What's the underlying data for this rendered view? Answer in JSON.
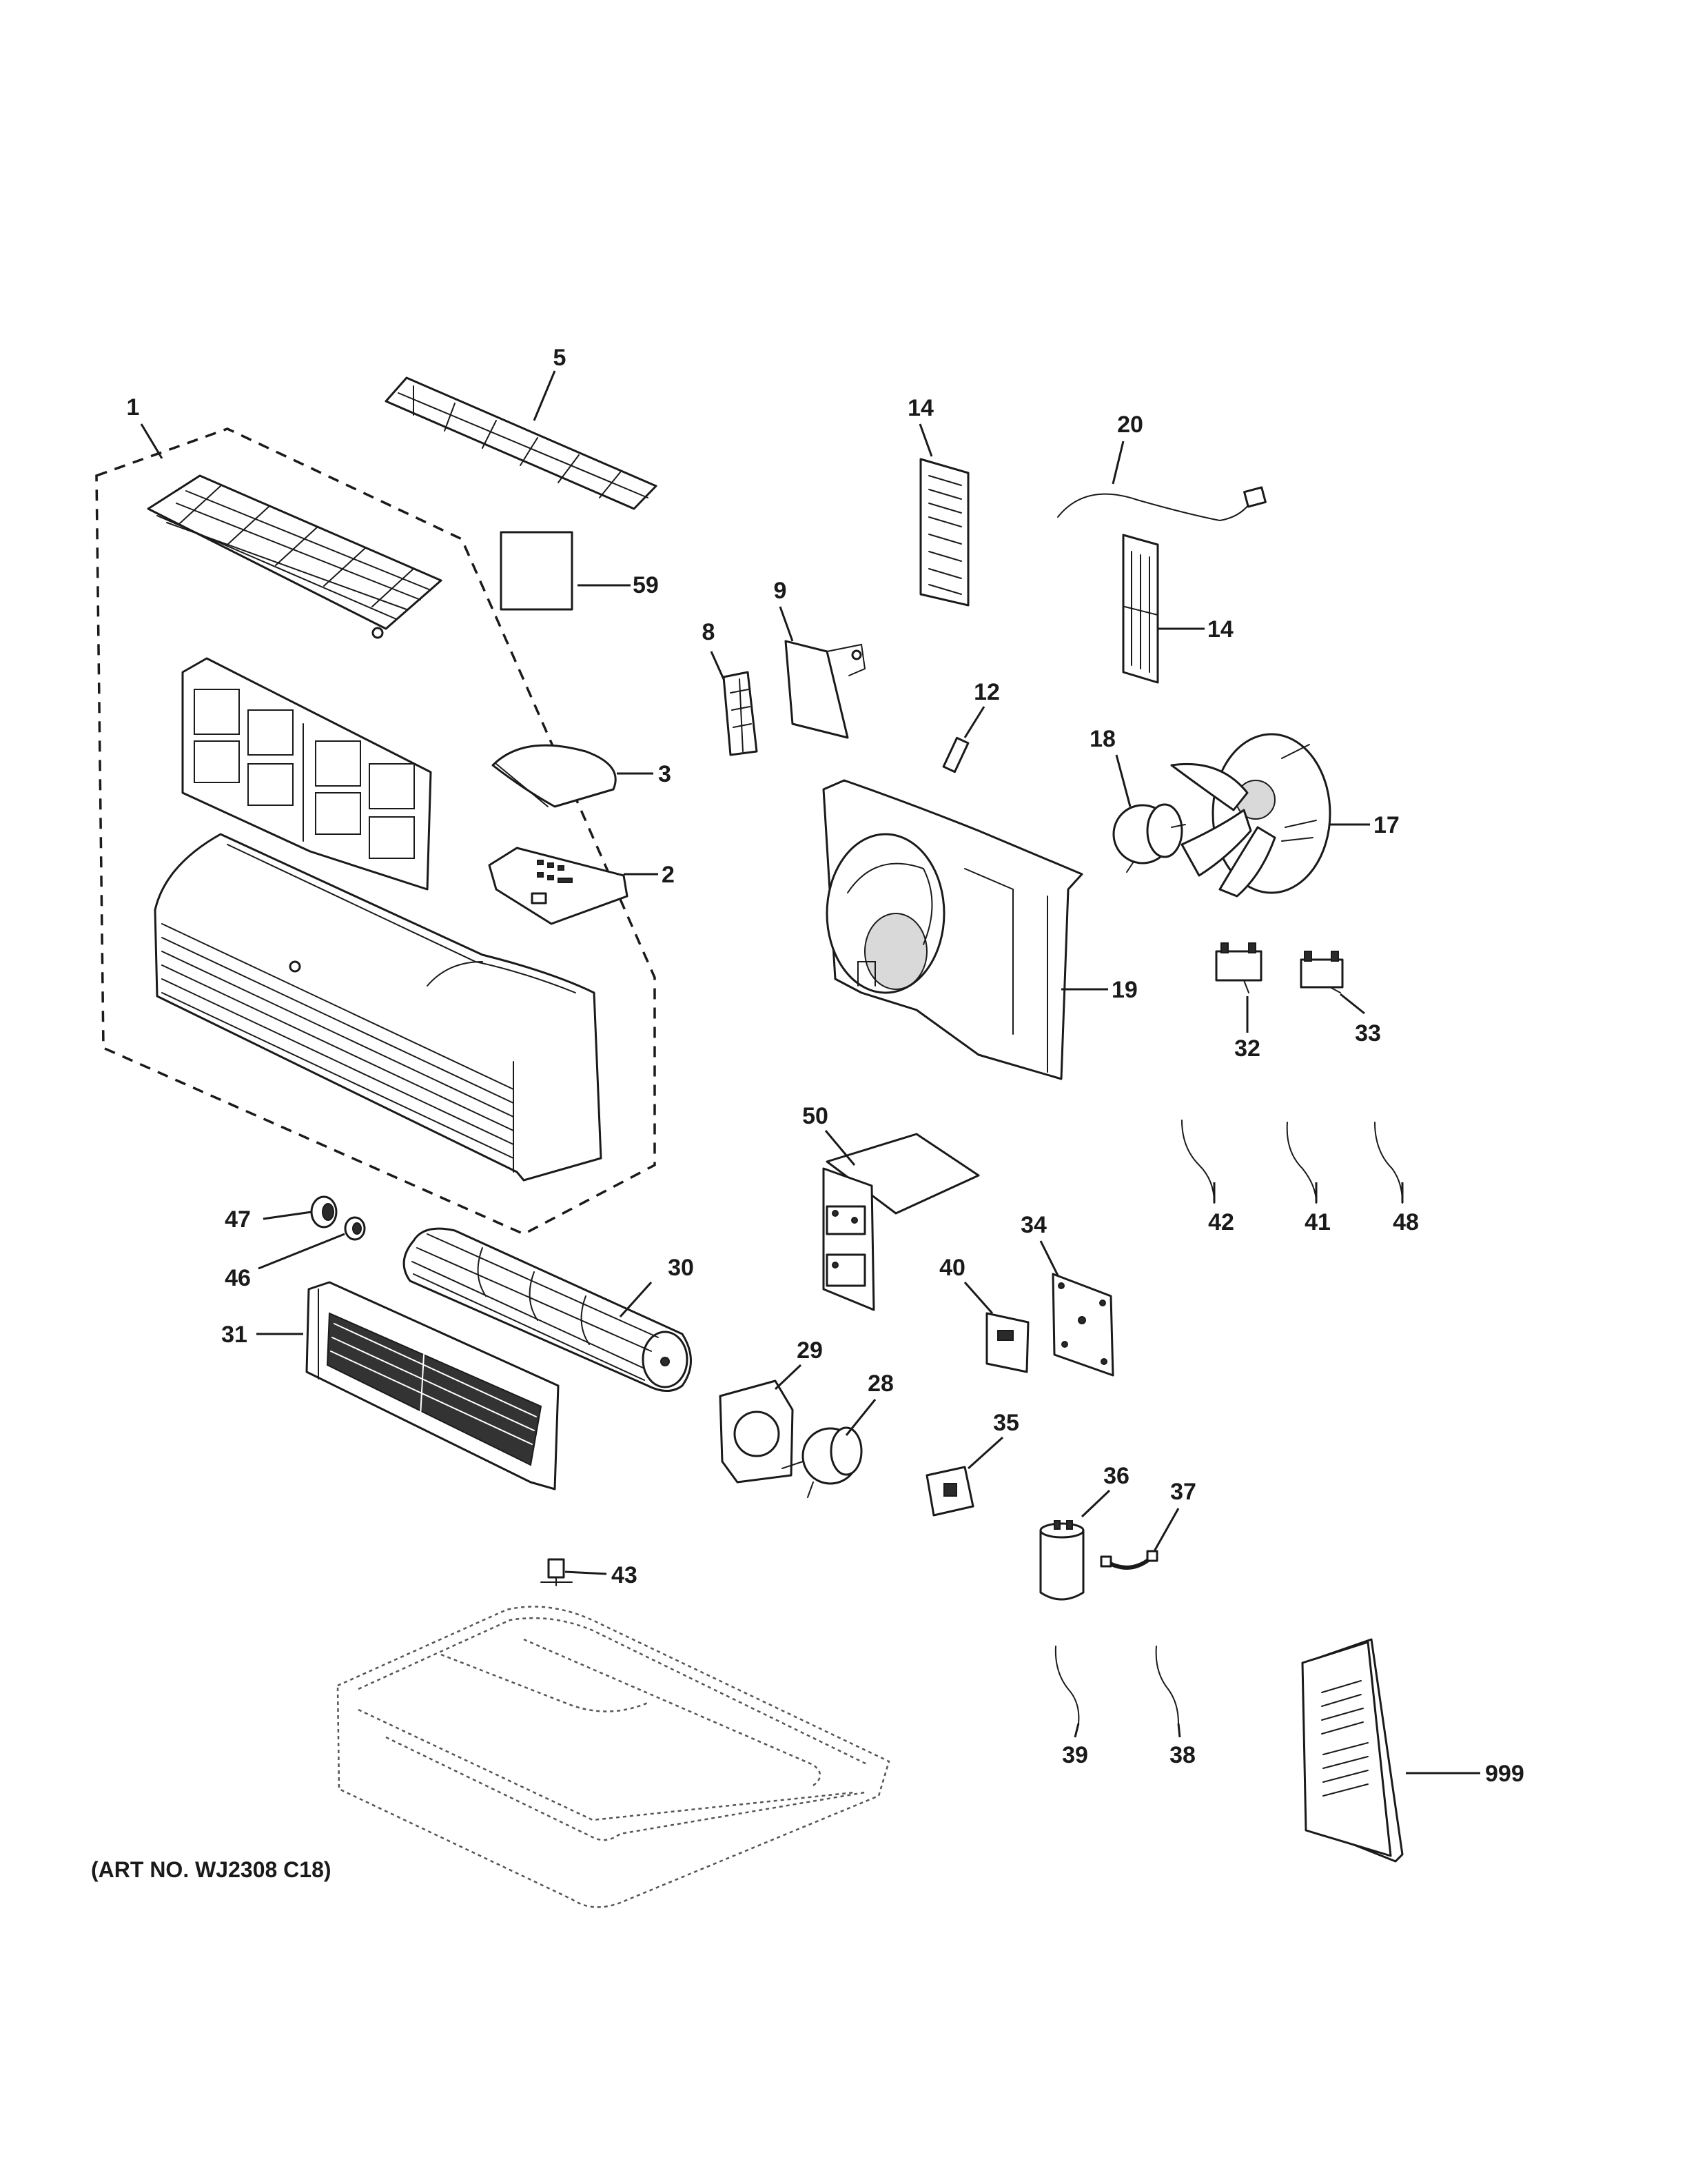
{
  "art_number": "(ART NO. WJ2308 C18)",
  "callouts": {
    "c1": "1",
    "c2": "2",
    "c3": "3",
    "c5": "5",
    "c8": "8",
    "c9": "9",
    "c12": "12",
    "c14a": "14",
    "c14b": "14",
    "c17": "17",
    "c18": "18",
    "c19": "19",
    "c20": "20",
    "c28": "28",
    "c29": "29",
    "c30": "30",
    "c31": "31",
    "c32": "32",
    "c33": "33",
    "c34": "34",
    "c35": "35",
    "c36": "36",
    "c37": "37",
    "c38": "38",
    "c39": "39",
    "c40": "40",
    "c41": "41",
    "c42": "42",
    "c43": "43",
    "c46": "46",
    "c47": "47",
    "c48": "48",
    "c50": "50",
    "c59": "59",
    "c999": "999"
  },
  "colors": {
    "line": "#1a1a1a",
    "background": "#ffffff"
  }
}
